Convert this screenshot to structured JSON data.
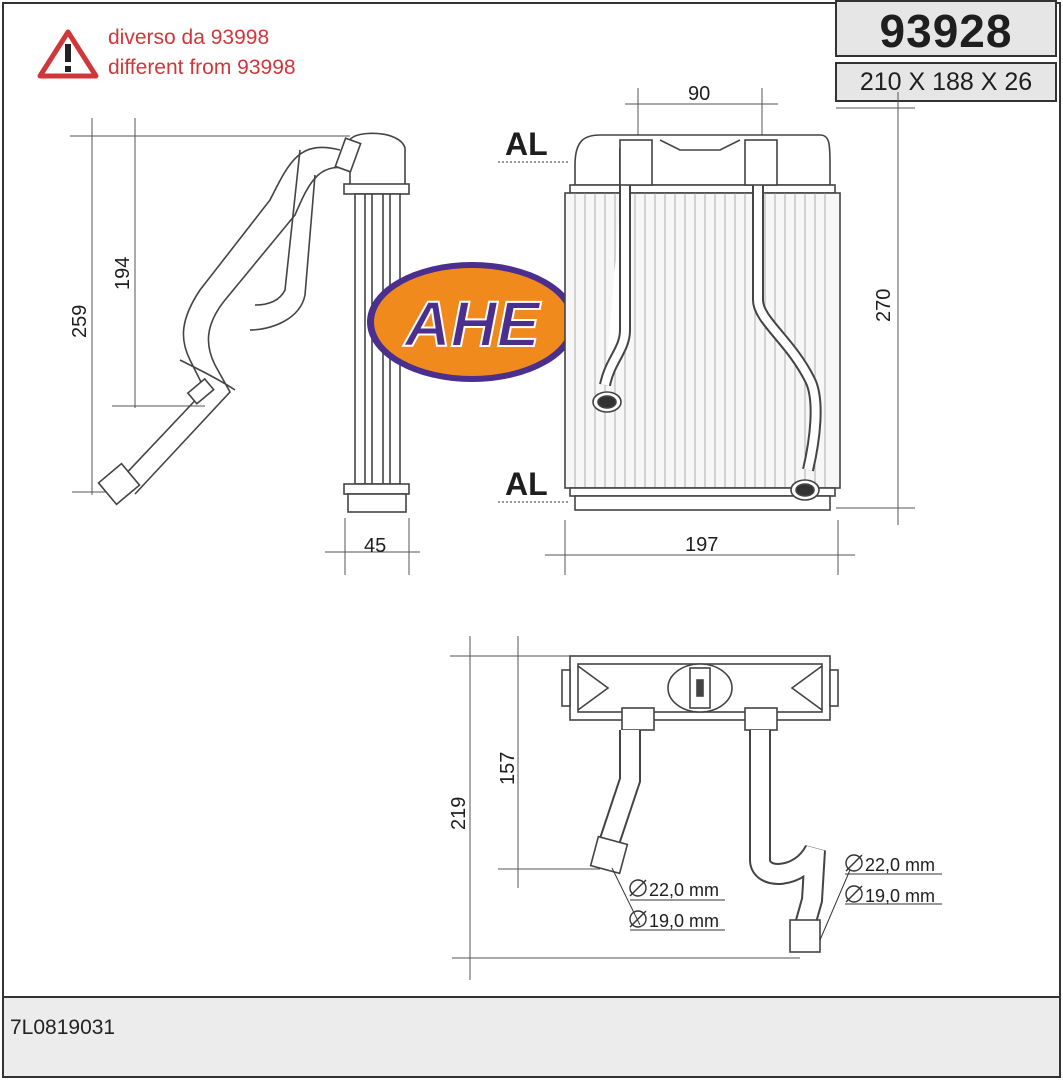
{
  "part_number": "93928",
  "dimensions_summary": "210 X 188 X 26",
  "warning": {
    "line1": "diverso da 93998",
    "line2": "different from 93998",
    "color": "#d0373a"
  },
  "brand": {
    "logo_text": "AHE",
    "logo_fill": "#f08a1c",
    "logo_ring": "#4a2f8f"
  },
  "material_labels": [
    "AL",
    "AL"
  ],
  "side_view": {
    "dim_height_total": "259",
    "dim_height_inner": "194",
    "dim_depth": "45"
  },
  "front_view": {
    "dim_pipe_spacing": "90",
    "dim_height": "270",
    "dim_width": "197"
  },
  "top_view": {
    "dim_total": "219",
    "dim_inner": "157",
    "left_outer_diameter": "22,0 mm",
    "left_inner_diameter": "19,0 mm",
    "right_outer_diameter": "22,0 mm",
    "right_inner_diameter": "19,0 mm"
  },
  "oem_reference": "7L0819031"
}
